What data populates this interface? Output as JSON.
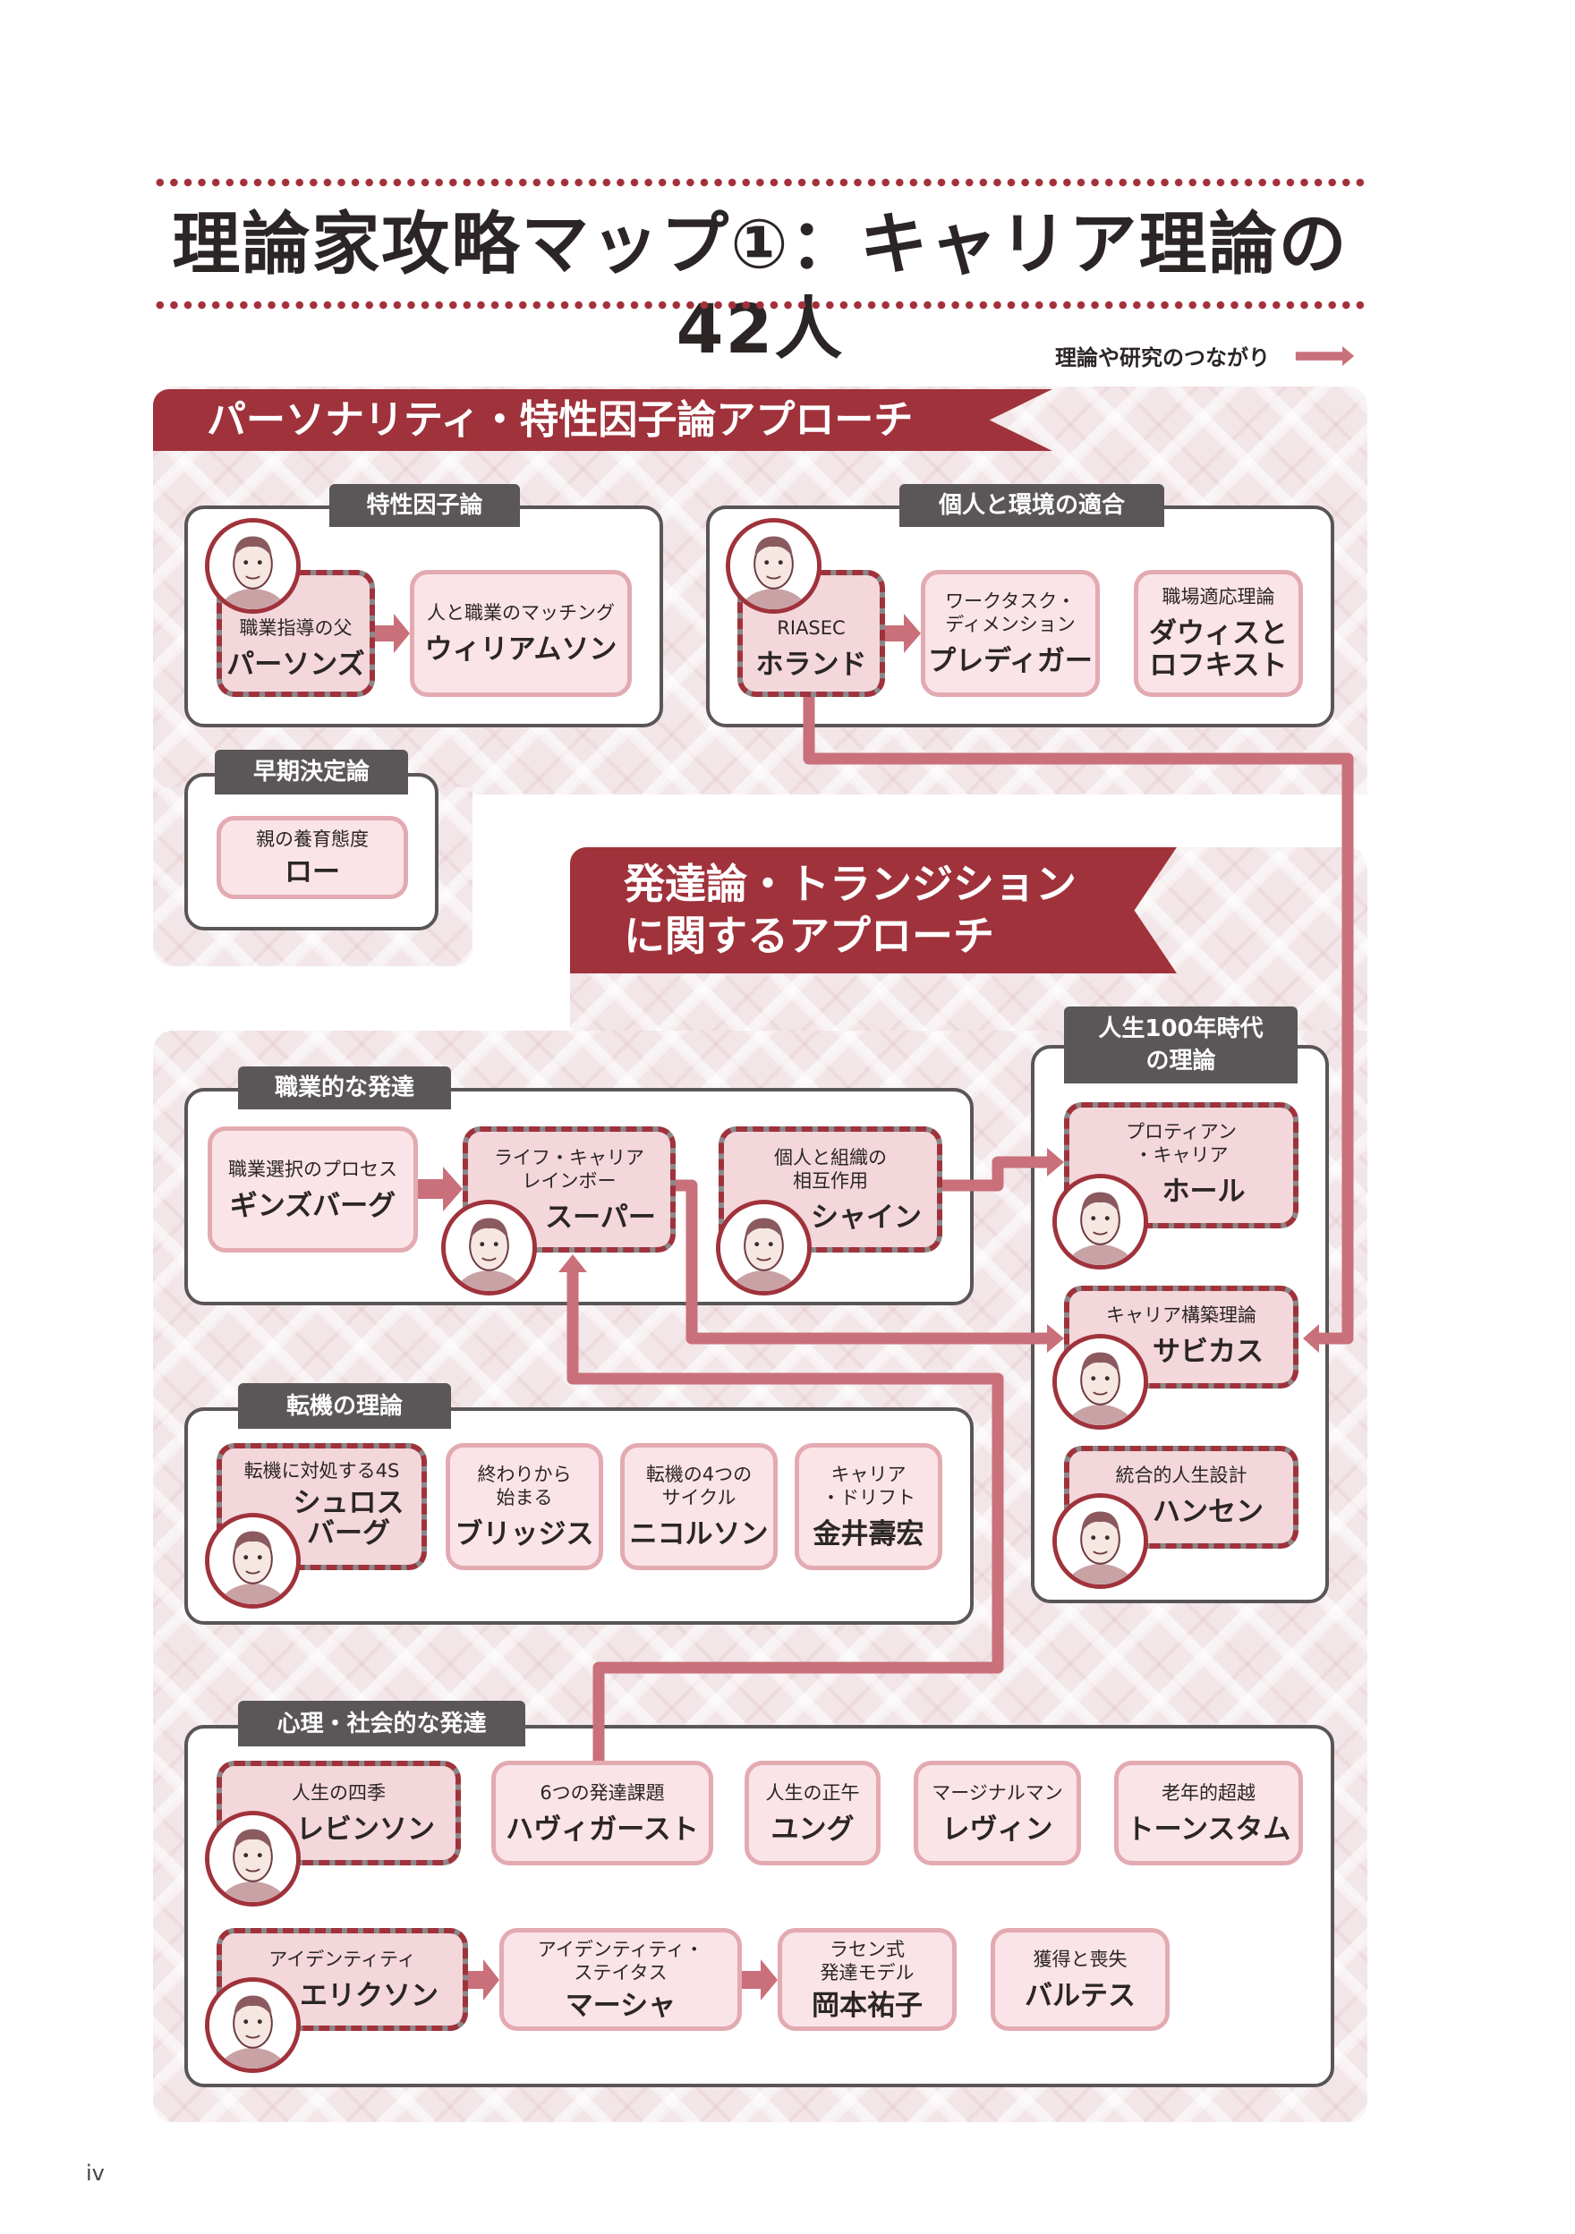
{
  "title": "理論家攻略マップ①：キャリア理論の42人",
  "legend": "理論や研究のつながり",
  "colors": {
    "accent": "#a0323b",
    "connector": "#c9707a",
    "tab": "#5b5657",
    "node_plain": "#fae4e7",
    "node_featured": "#f3d7db"
  },
  "banners": {
    "personality": "パーソナリティ・特性因子論アプローチ",
    "development": "発達論・トランジション\nに関するアプローチ"
  },
  "groups": {
    "trait": {
      "label": "特性因子論",
      "nodes": [
        {
          "sub": "職業指導の父",
          "name": "パーソンズ"
        },
        {
          "sub": "人と職業のマッチング",
          "name": "ウィリアムソン"
        }
      ]
    },
    "fit": {
      "label": "個人と環境の適合",
      "nodes": [
        {
          "sub": "RIASEC",
          "name": "ホランド"
        },
        {
          "sub": "ワークタスク・\nディメンション",
          "name": "プレディガー"
        },
        {
          "sub": "職場適応理論",
          "name": "ダウィスと\nロフキスト"
        }
      ]
    },
    "early": {
      "label": "早期決定論",
      "nodes": [
        {
          "sub": "親の養育態度",
          "name": "ロー"
        }
      ]
    },
    "vocational": {
      "label": "職業的な発達",
      "nodes": [
        {
          "sub": "職業選択のプロセス",
          "name": "ギンズバーグ"
        },
        {
          "sub": "ライフ・キャリア\nレインボー",
          "name": "スーパー"
        },
        {
          "sub": "個人と組織の\n相互作用",
          "name": "シャイン"
        }
      ]
    },
    "century": {
      "label": "人生100年時代\nの理論",
      "nodes": [
        {
          "sub": "プロティアン\n・キャリア",
          "name": "ホール"
        },
        {
          "sub": "キャリア構築理論",
          "name": "サビカス"
        },
        {
          "sub": "統合的人生設計",
          "name": "ハンセン"
        }
      ]
    },
    "transition": {
      "label": "転機の理論",
      "nodes": [
        {
          "sub": "転機に対処する4S",
          "name": "シュロス\nバーグ"
        },
        {
          "sub": "終わりから\n始まる",
          "name": "ブリッジス"
        },
        {
          "sub": "転機の4つの\nサイクル",
          "name": "ニコルソン"
        },
        {
          "sub": "キャリア\n・ドリフト",
          "name": "金井壽宏"
        }
      ]
    },
    "psychosocial": {
      "label": "心理・社会的な発達",
      "nodes": [
        {
          "sub": "人生の四季",
          "name": "レビンソン"
        },
        {
          "sub": "6つの発達課題",
          "name": "ハヴィガースト"
        },
        {
          "sub": "人生の正午",
          "name": "ユング"
        },
        {
          "sub": "マージナルマン",
          "name": "レヴィン"
        },
        {
          "sub": "老年的超越",
          "name": "トーンスタム"
        },
        {
          "sub": "アイデンティティ",
          "name": "エリクソン"
        },
        {
          "sub": "アイデンティティ・\nステイタス",
          "name": "マーシャ"
        },
        {
          "sub": "ラセン式\n発達モデル",
          "name": "岡本祐子"
        },
        {
          "sub": "獲得と喪失",
          "name": "バルテス"
        }
      ]
    }
  },
  "page_number": "iv"
}
